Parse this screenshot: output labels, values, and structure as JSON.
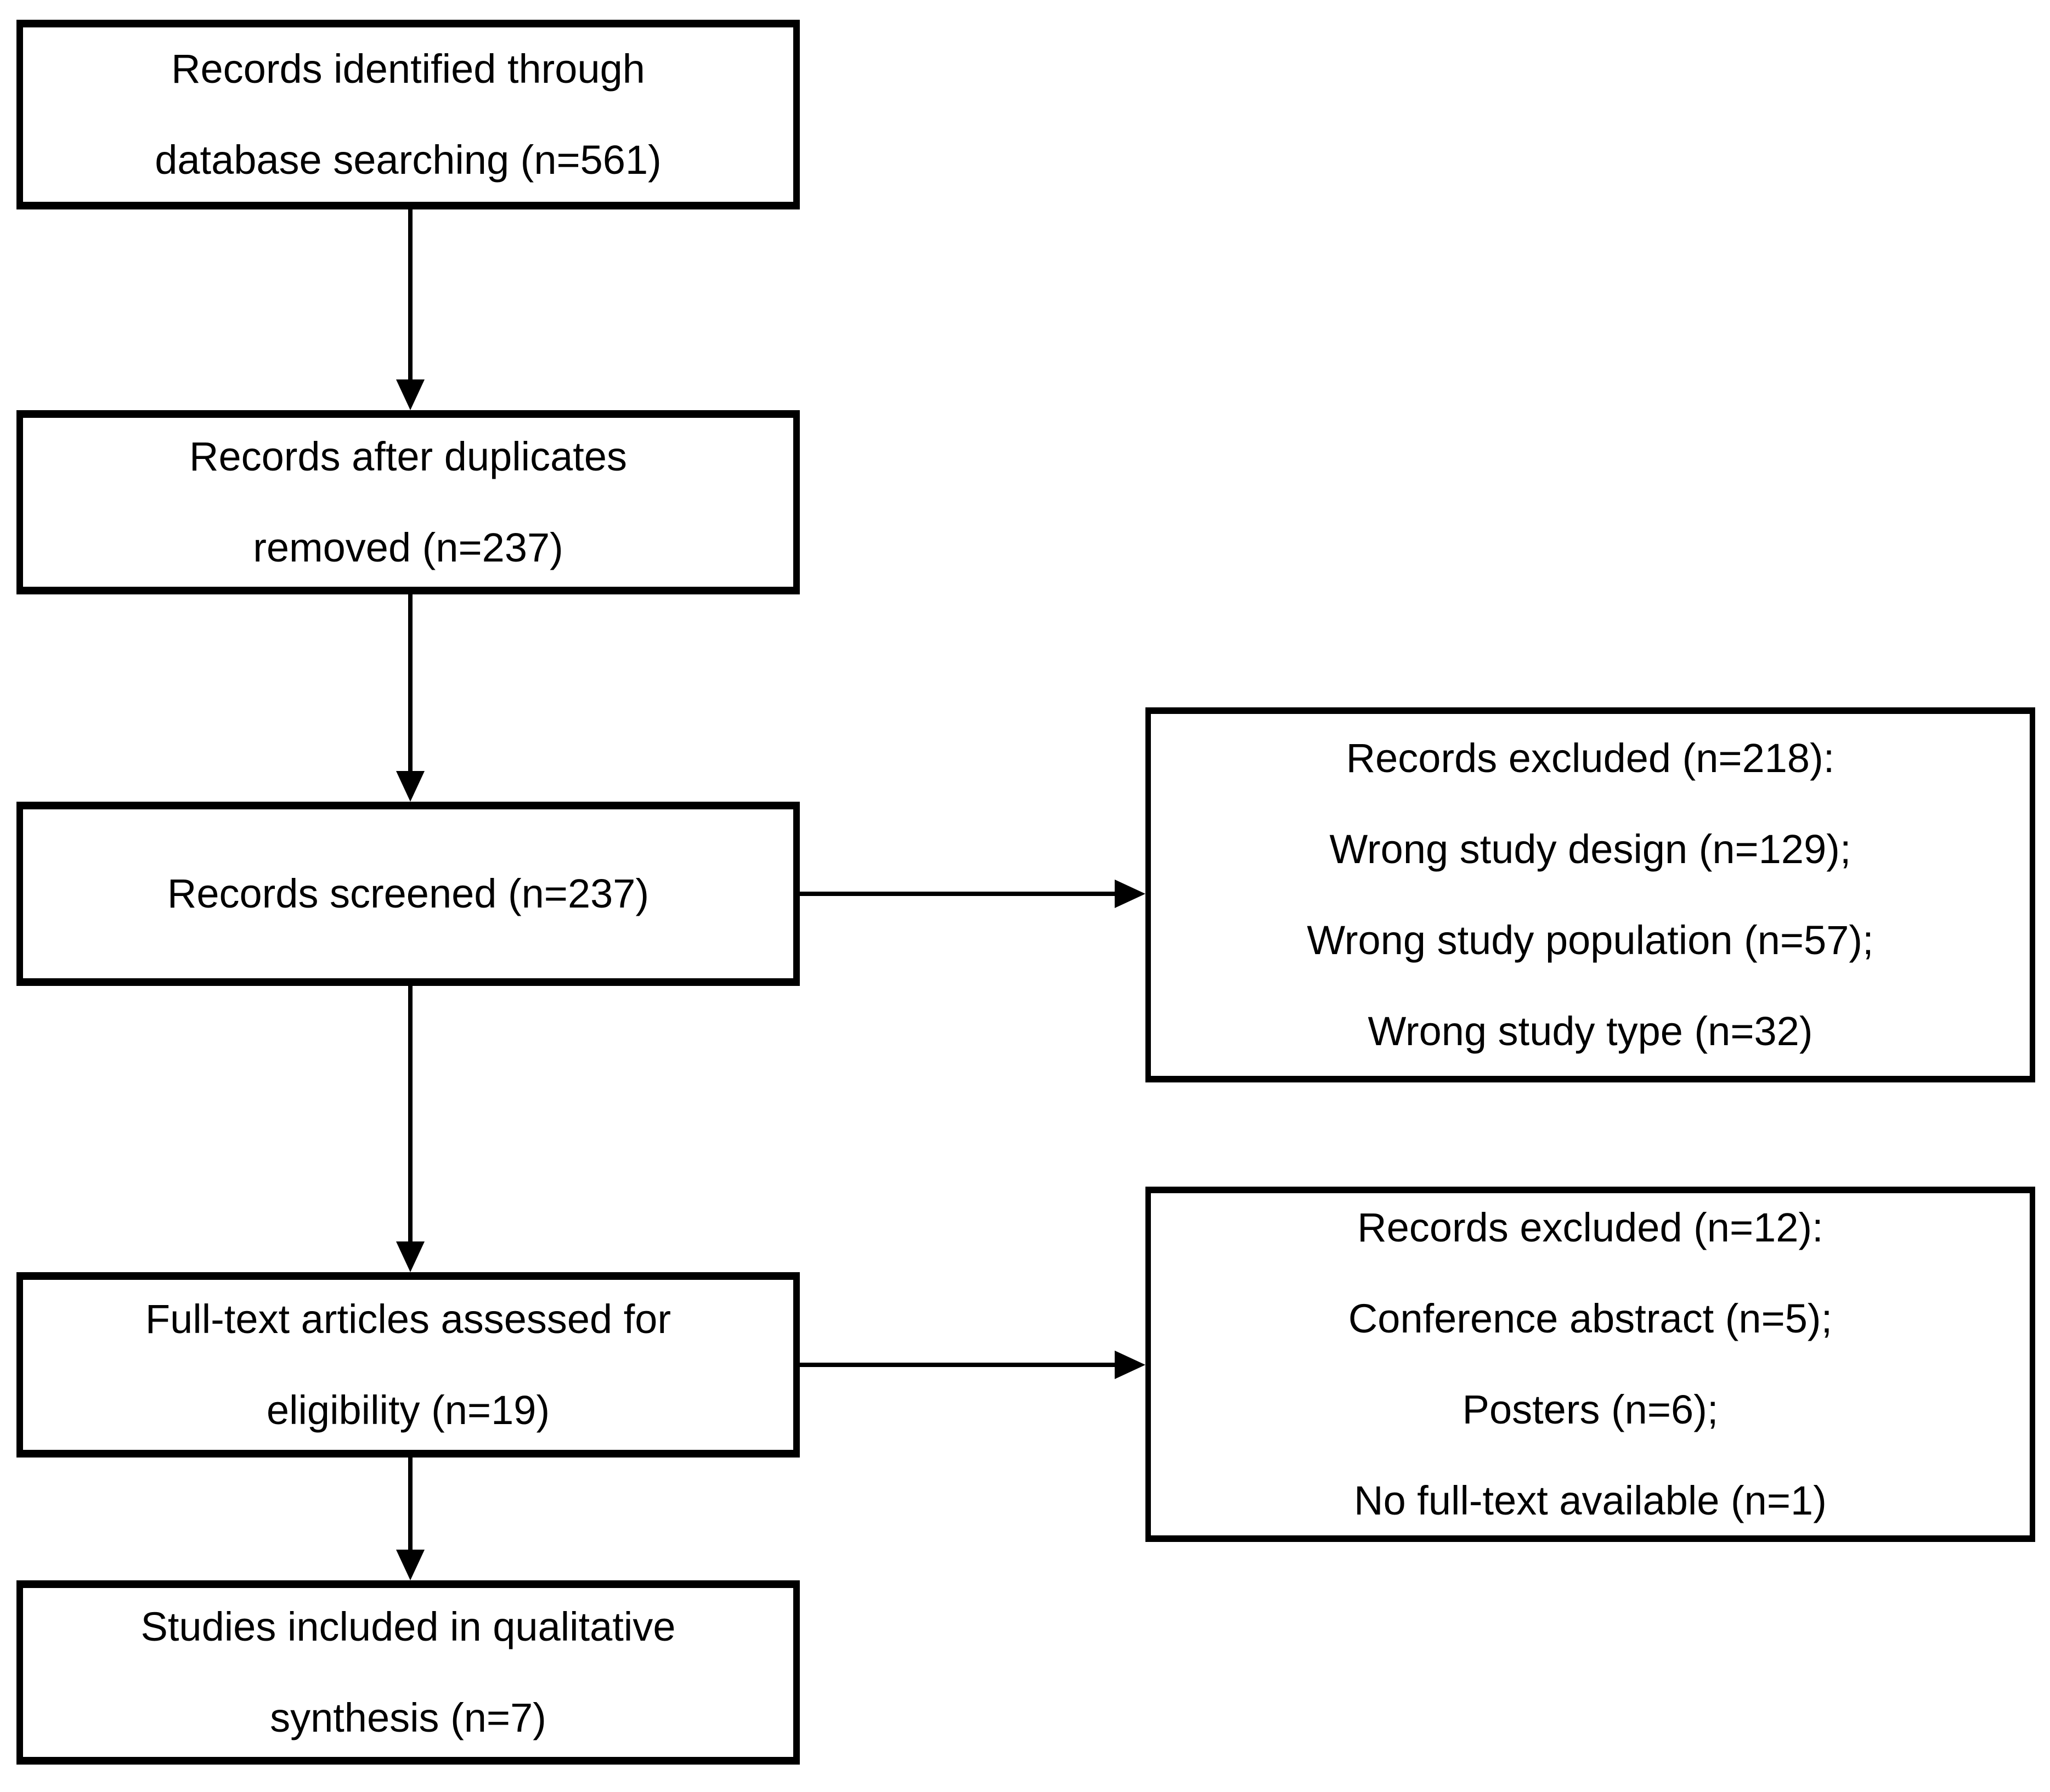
{
  "flowchart": {
    "boxes": {
      "identification": {
        "lines": [
          "Records identified through",
          "database searching (n=561)"
        ]
      },
      "after_duplicates": {
        "lines": [
          "Records after duplicates",
          "removed (n=237)"
        ]
      },
      "screened": {
        "lines": [
          "Records screened (n=237)"
        ]
      },
      "full_text": {
        "lines": [
          "Full-text articles assessed for",
          "eligibility (n=19)"
        ]
      },
      "included": {
        "lines": [
          "Studies included in qualitative",
          "synthesis (n=7)"
        ]
      },
      "excluded_screening": {
        "lines": [
          "Records excluded (n=218):",
          "Wrong study design (n=129);",
          "Wrong study population (n=57);",
          "Wrong study type (n=32)"
        ]
      },
      "excluded_full_text": {
        "lines": [
          "Records excluded (n=12):",
          "Conference abstract (n=5);",
          "Posters (n=6);",
          "No full-text available (n=1)"
        ]
      }
    },
    "counts": {
      "identified": 561,
      "after_duplicates": 237,
      "screened": 237,
      "excluded_screening_total": 218,
      "wrong_study_design": 129,
      "wrong_study_population": 57,
      "wrong_study_type": 32,
      "full_text_assessed": 19,
      "excluded_full_text_total": 12,
      "conference_abstract": 5,
      "posters": 6,
      "no_full_text_available": 1,
      "included_qualitative_synthesis": 7
    },
    "colors": {
      "box_border": "#000000",
      "box_fill": "#ffffff",
      "text": "#000000",
      "arrow": "#000000"
    }
  }
}
